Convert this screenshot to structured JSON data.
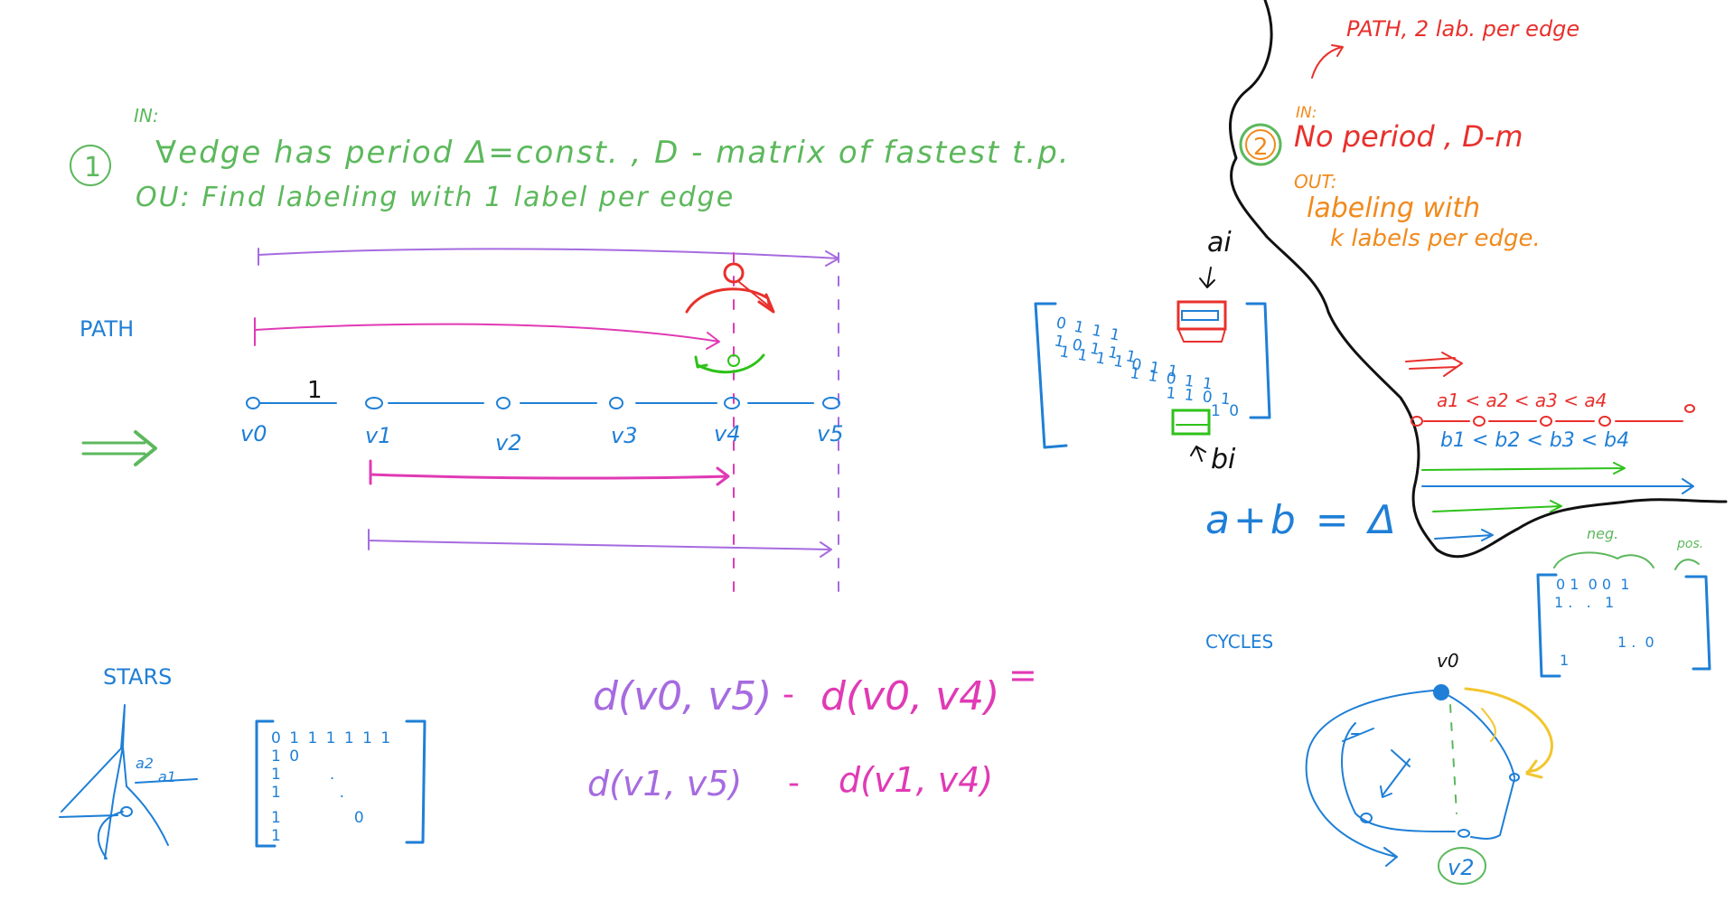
{
  "colors": {
    "green": "#5cb85c",
    "blue": "#1f7fd6",
    "red": "#e8302c",
    "magenta": "#e03ab5",
    "purple": "#a66be0",
    "orange": "#f08a1c",
    "yellow": "#f2c62f",
    "ink": "#111111"
  },
  "section1": {
    "number": "1",
    "in_label": "IN:",
    "in_text": "∀edge has period  Δ=const. ,   D - matrix of fastest t.p.",
    "out_text": "OU: Find labeling with 1 label per edge"
  },
  "path_label": "PATH",
  "path_graph": {
    "edge_label": "1",
    "nodes": [
      "v0",
      "v1",
      "v2",
      "v3",
      "v4",
      "v5"
    ]
  },
  "stars": {
    "label": "STARS",
    "annot_top": "a2",
    "annot_bottom": "a1",
    "matrix_rows": [
      "0 1 1 1 1 1 1",
      "1 0",
      "1          .",
      "1            .",
      "1               0",
      "1"
    ]
  },
  "formula": {
    "line1_left": "d(v0, v5)",
    "minus": "-",
    "line1_right": "d(v0, v4)",
    "equals": "=",
    "line2_left": "d(v1, v5)",
    "line2_right": "d(v1, v4)"
  },
  "middle_matrix": {
    "ai": "ai",
    "bi": "bi",
    "rows": [
      "0 1 1 1",
      "1 0 1 1 1",
      "1 1 1 1 0 1 1",
      "1 1 0 1 1",
      "1 1 0 1",
      "1 0"
    ]
  },
  "relation": "a+b = Δ",
  "section2": {
    "number": "2",
    "top_note": "PATH, 2 lab. per edge",
    "in_label": "IN:",
    "in_text": "No period , D-m",
    "out_label": "OUT:",
    "out_line1": "labeling with",
    "out_line2": "k labels per edge."
  },
  "label_chain": {
    "top": "a1 < a2 < a3 < a4",
    "bottom": "b1 < b2 < b3 < b4"
  },
  "cycles": {
    "label": "CYCLES",
    "neg": "neg.",
    "pos": "pos.",
    "matrix_rows": [
      "0 1  0 0  1",
      "1 .   .   1",
      "1 .  0",
      "1"
    ],
    "v0": "v0",
    "v2": "v2"
  }
}
